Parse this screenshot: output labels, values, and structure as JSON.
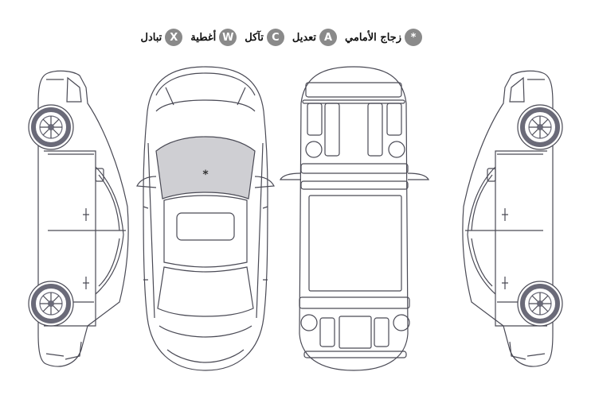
{
  "legend": [
    {
      "badge": "*",
      "label": "زجاج الأمامي"
    },
    {
      "badge": "A",
      "label": "تعديل"
    },
    {
      "badge": "C",
      "label": "تآكل"
    },
    {
      "badge": "W",
      "label": "أغطية"
    },
    {
      "badge": "X",
      "label": "تبادل"
    }
  ],
  "marker": {
    "windshield": "*"
  },
  "colors": {
    "badge": "#8a8a8a",
    "outline": "#4a4a55",
    "glass_marked": "#cfcfd3"
  }
}
